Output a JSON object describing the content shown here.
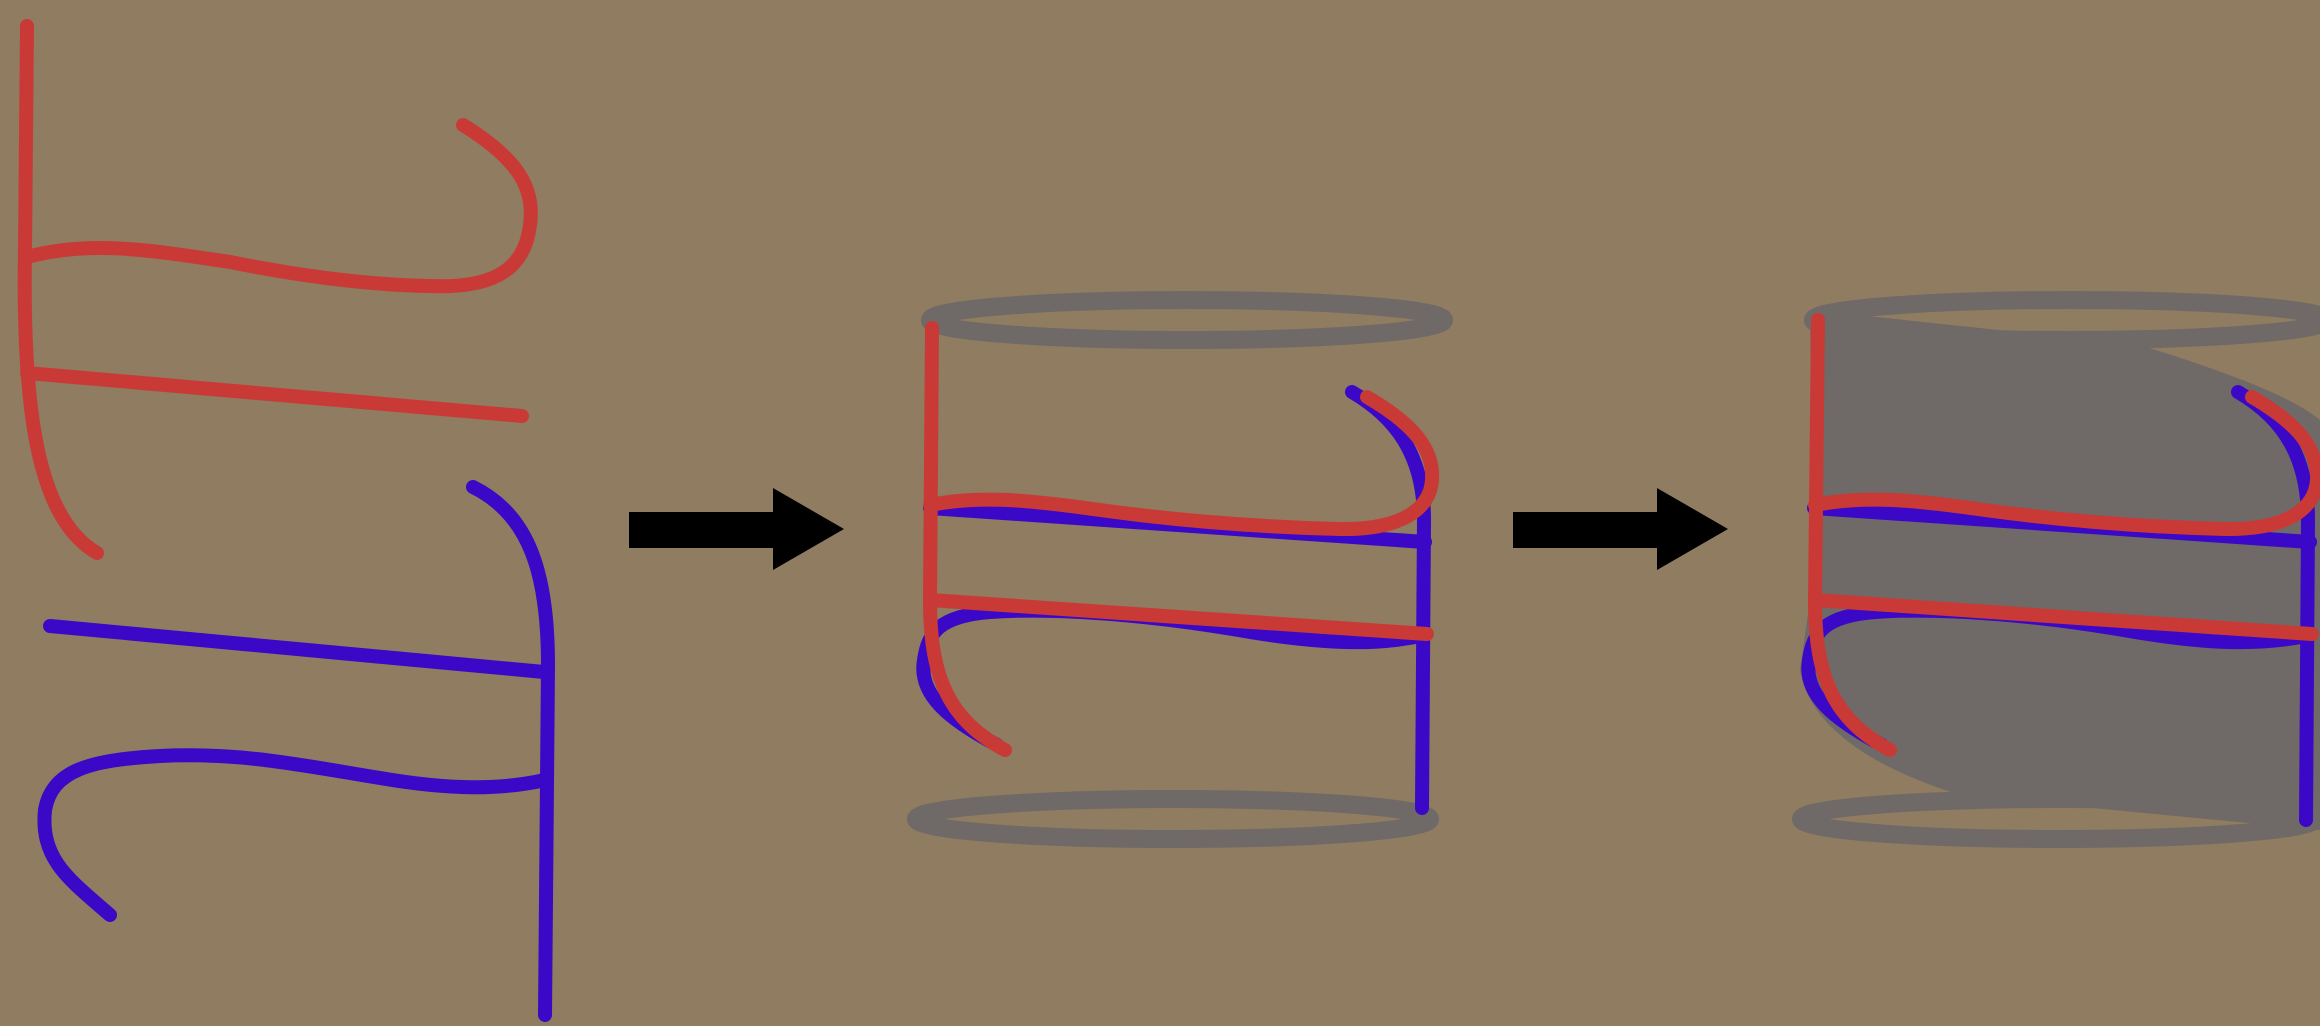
{
  "diagram": {
    "background_color": "#8f7c61",
    "colors": {
      "red_strand": "#c93a36",
      "blue_strand": "#3a08c6",
      "cylinder": "#6f6967",
      "arrow": "#000000"
    },
    "panels": [
      {
        "name": "separate-strands",
        "strands": [
          "red",
          "blue"
        ]
      },
      {
        "name": "strands-on-cylinder",
        "strands": [
          "red",
          "blue"
        ],
        "cylinder": "outline"
      },
      {
        "name": "strands-on-shaded-cylinder",
        "strands": [
          "red",
          "blue"
        ],
        "cylinder": "filled"
      }
    ],
    "arrows": [
      {
        "from": "separate-strands",
        "to": "strands-on-cylinder",
        "icon": "arrow-right-icon"
      },
      {
        "from": "strands-on-cylinder",
        "to": "strands-on-shaded-cylinder",
        "icon": "arrow-right-icon"
      }
    ]
  }
}
